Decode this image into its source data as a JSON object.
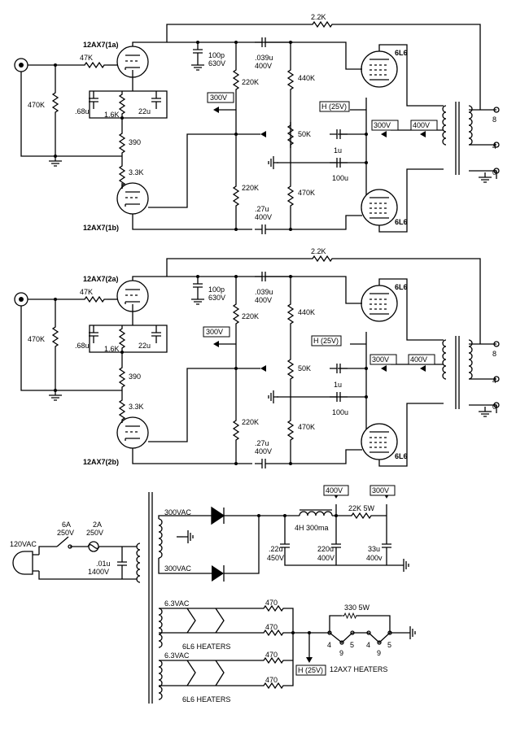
{
  "amp1": {
    "tube_top": "12AX7(1a)",
    "tube_bottom": "12AX7(1b)",
    "r_feedback": "2.2K",
    "r_grid": "47K",
    "r_input": "470K",
    "c_plate": "100p",
    "c_plate_v": "630V",
    "c_coupling": ".039u",
    "c_coupling_v": "400V",
    "r_plate_top": "220K",
    "r_440": "440K",
    "c_cath1": ".68u",
    "r_cath1": "1.6K",
    "c_cath2": "22u",
    "r_tail1": "390",
    "r_tail2": "3.3K",
    "b_plus": "300V",
    "bias_tag": "H (25V)",
    "pot": "50K",
    "c_1u": "1u",
    "c_100u": "100u",
    "r_plate_bot": "220K",
    "r_470": "470K",
    "c_coupling2": ".27u",
    "c_coupling2_v": "400V",
    "screen": "300V",
    "plate_supply": "400V",
    "power_top": "6L6",
    "power_bottom": "6L6",
    "tap_8": "8",
    "tap_4": "4",
    "tap_0": "0"
  },
  "amp2": {
    "tube_top": "12AX7(2a)",
    "tube_bottom": "12AX7(2b)",
    "r_feedback": "2.2K",
    "r_grid": "47K",
    "r_input": "470K",
    "c_plate": "100p",
    "c_plate_v": "630V",
    "c_coupling": ".039u",
    "c_coupling_v": "400V",
    "r_plate_top": "220K",
    "r_440": "440K",
    "c_cath1": ".68u",
    "r_cath1": "1.6K",
    "c_cath2": "22u",
    "r_tail1": "390",
    "r_tail2": "3.3K",
    "b_plus": "300V",
    "bias_tag": "H (25V)",
    "pot": "50K",
    "c_1u": "1u",
    "c_100u": "100u",
    "r_plate_bot": "220K",
    "r_470": "470K",
    "c_coupling2": ".27u",
    "c_coupling2_v": "400V",
    "screen": "300V",
    "plate_supply": "400V",
    "power_top": "6L6",
    "power_bottom": "6L6",
    "tap_8": "8",
    "tap_4": "4",
    "tap_0": "0"
  },
  "psu": {
    "mains": "120VAC",
    "fuse1": "6A",
    "fuse1_v": "250V",
    "fuse2": "2A",
    "fuse2_v": "250V",
    "c_mains": ".01u",
    "c_mains_v": "1400V",
    "hv_top": "300VAC",
    "hv_bot": "300VAC",
    "tag_400": "400V",
    "tag_300": "300V",
    "choke": "4H 300ma",
    "r_drop": "22K 5W",
    "c_filter1": ".22u",
    "c_filter1_v": "450V",
    "c_filter2": "220u",
    "c_filter2_v": "400V",
    "c_filter3": "33u",
    "c_filter3_v": "400v",
    "htr1": "6.3VAC",
    "htr2": "6.3VAC",
    "htr_label1": "6L6 HEATERS",
    "htr_label2": "6L6 HEATERS",
    "r_h1": "470",
    "r_h2": "470",
    "r_h3": "470",
    "r_h4": "470",
    "r_heater_bias": "330 5W",
    "bias_tag": "H (25V)",
    "pins": [
      "4",
      "9",
      "5",
      "4",
      "9",
      "5"
    ],
    "preamp_heaters": "12AX7 HEATERS"
  }
}
